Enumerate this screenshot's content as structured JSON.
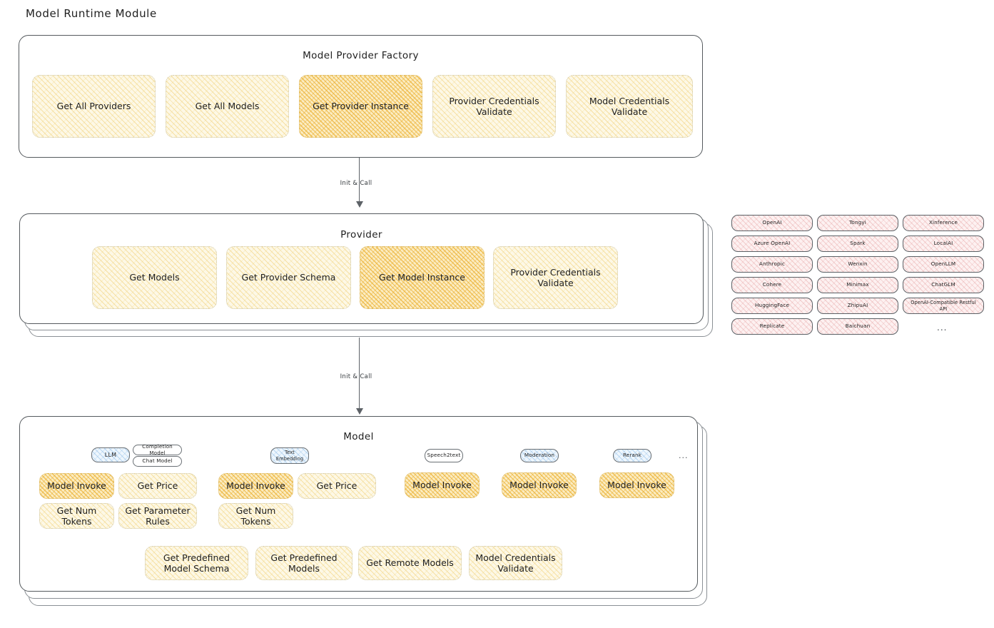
{
  "page": {
    "title": "Model Runtime Module"
  },
  "factory": {
    "title": "Model Provider Factory",
    "boxes": [
      {
        "label": "Get All Providers",
        "highlight": false
      },
      {
        "label": "Get All Models",
        "highlight": false
      },
      {
        "label": "Get Provider Instance",
        "highlight": true
      },
      {
        "label": "Provider Credentials Validate",
        "highlight": false
      },
      {
        "label": "Model Credentials Validate",
        "highlight": false
      }
    ]
  },
  "arrows": [
    {
      "label": "Init & Call"
    },
    {
      "label": "Init & Call"
    }
  ],
  "provider": {
    "title": "Provider",
    "boxes": [
      {
        "label": "Get Models",
        "highlight": false
      },
      {
        "label": "Get Provider Schema",
        "highlight": false
      },
      {
        "label": "Get Model Instance",
        "highlight": true
      },
      {
        "label": "Provider Credentials Validate",
        "highlight": false
      }
    ]
  },
  "provider_list": {
    "column1": [
      "OpenAI",
      "Azure OpenAI",
      "Anthropic",
      "Cohere",
      "HuggingFace",
      "Replicate"
    ],
    "column2": [
      "Tongyi",
      "Spark",
      "Wenxin",
      "Minimax",
      "ZhipuAI",
      "Baichuan"
    ],
    "column3": [
      "Xinference",
      "LocalAI",
      "OpenLLM",
      "ChatGLM",
      "OpenAI-Compatible Restful API"
    ],
    "more": "..."
  },
  "model": {
    "title": "Model",
    "more": "...",
    "types": [
      {
        "badge": "LLM",
        "sub_badges": [
          "Completion Model",
          "Chat Model"
        ],
        "methods": [
          "Model Invoke",
          "Get Price",
          "Get Num Tokens",
          "Get Parameter Rules"
        ]
      },
      {
        "badge": "Text Embedding",
        "sub_badges": [],
        "methods": [
          "Model Invoke",
          "Get Price",
          "Get Num Tokens"
        ]
      },
      {
        "badge": "Speech2text",
        "sub_badges": [],
        "methods": [
          "Model Invoke"
        ]
      },
      {
        "badge": "Moderation",
        "sub_badges": [],
        "methods": [
          "Model Invoke"
        ]
      },
      {
        "badge": "Rerank",
        "sub_badges": [],
        "methods": [
          "Model Invoke"
        ]
      }
    ],
    "shared_methods": [
      "Get Predefined Model Schema",
      "Get Predefined Models",
      "Get Remote Models",
      "Model Credentials Validate"
    ]
  },
  "colors": {
    "cream": "#fdf8e6",
    "amber": "#fbecc2",
    "rose": "#fdf1f1",
    "blue": "#eef6fd",
    "stroke": "#555a5e"
  }
}
